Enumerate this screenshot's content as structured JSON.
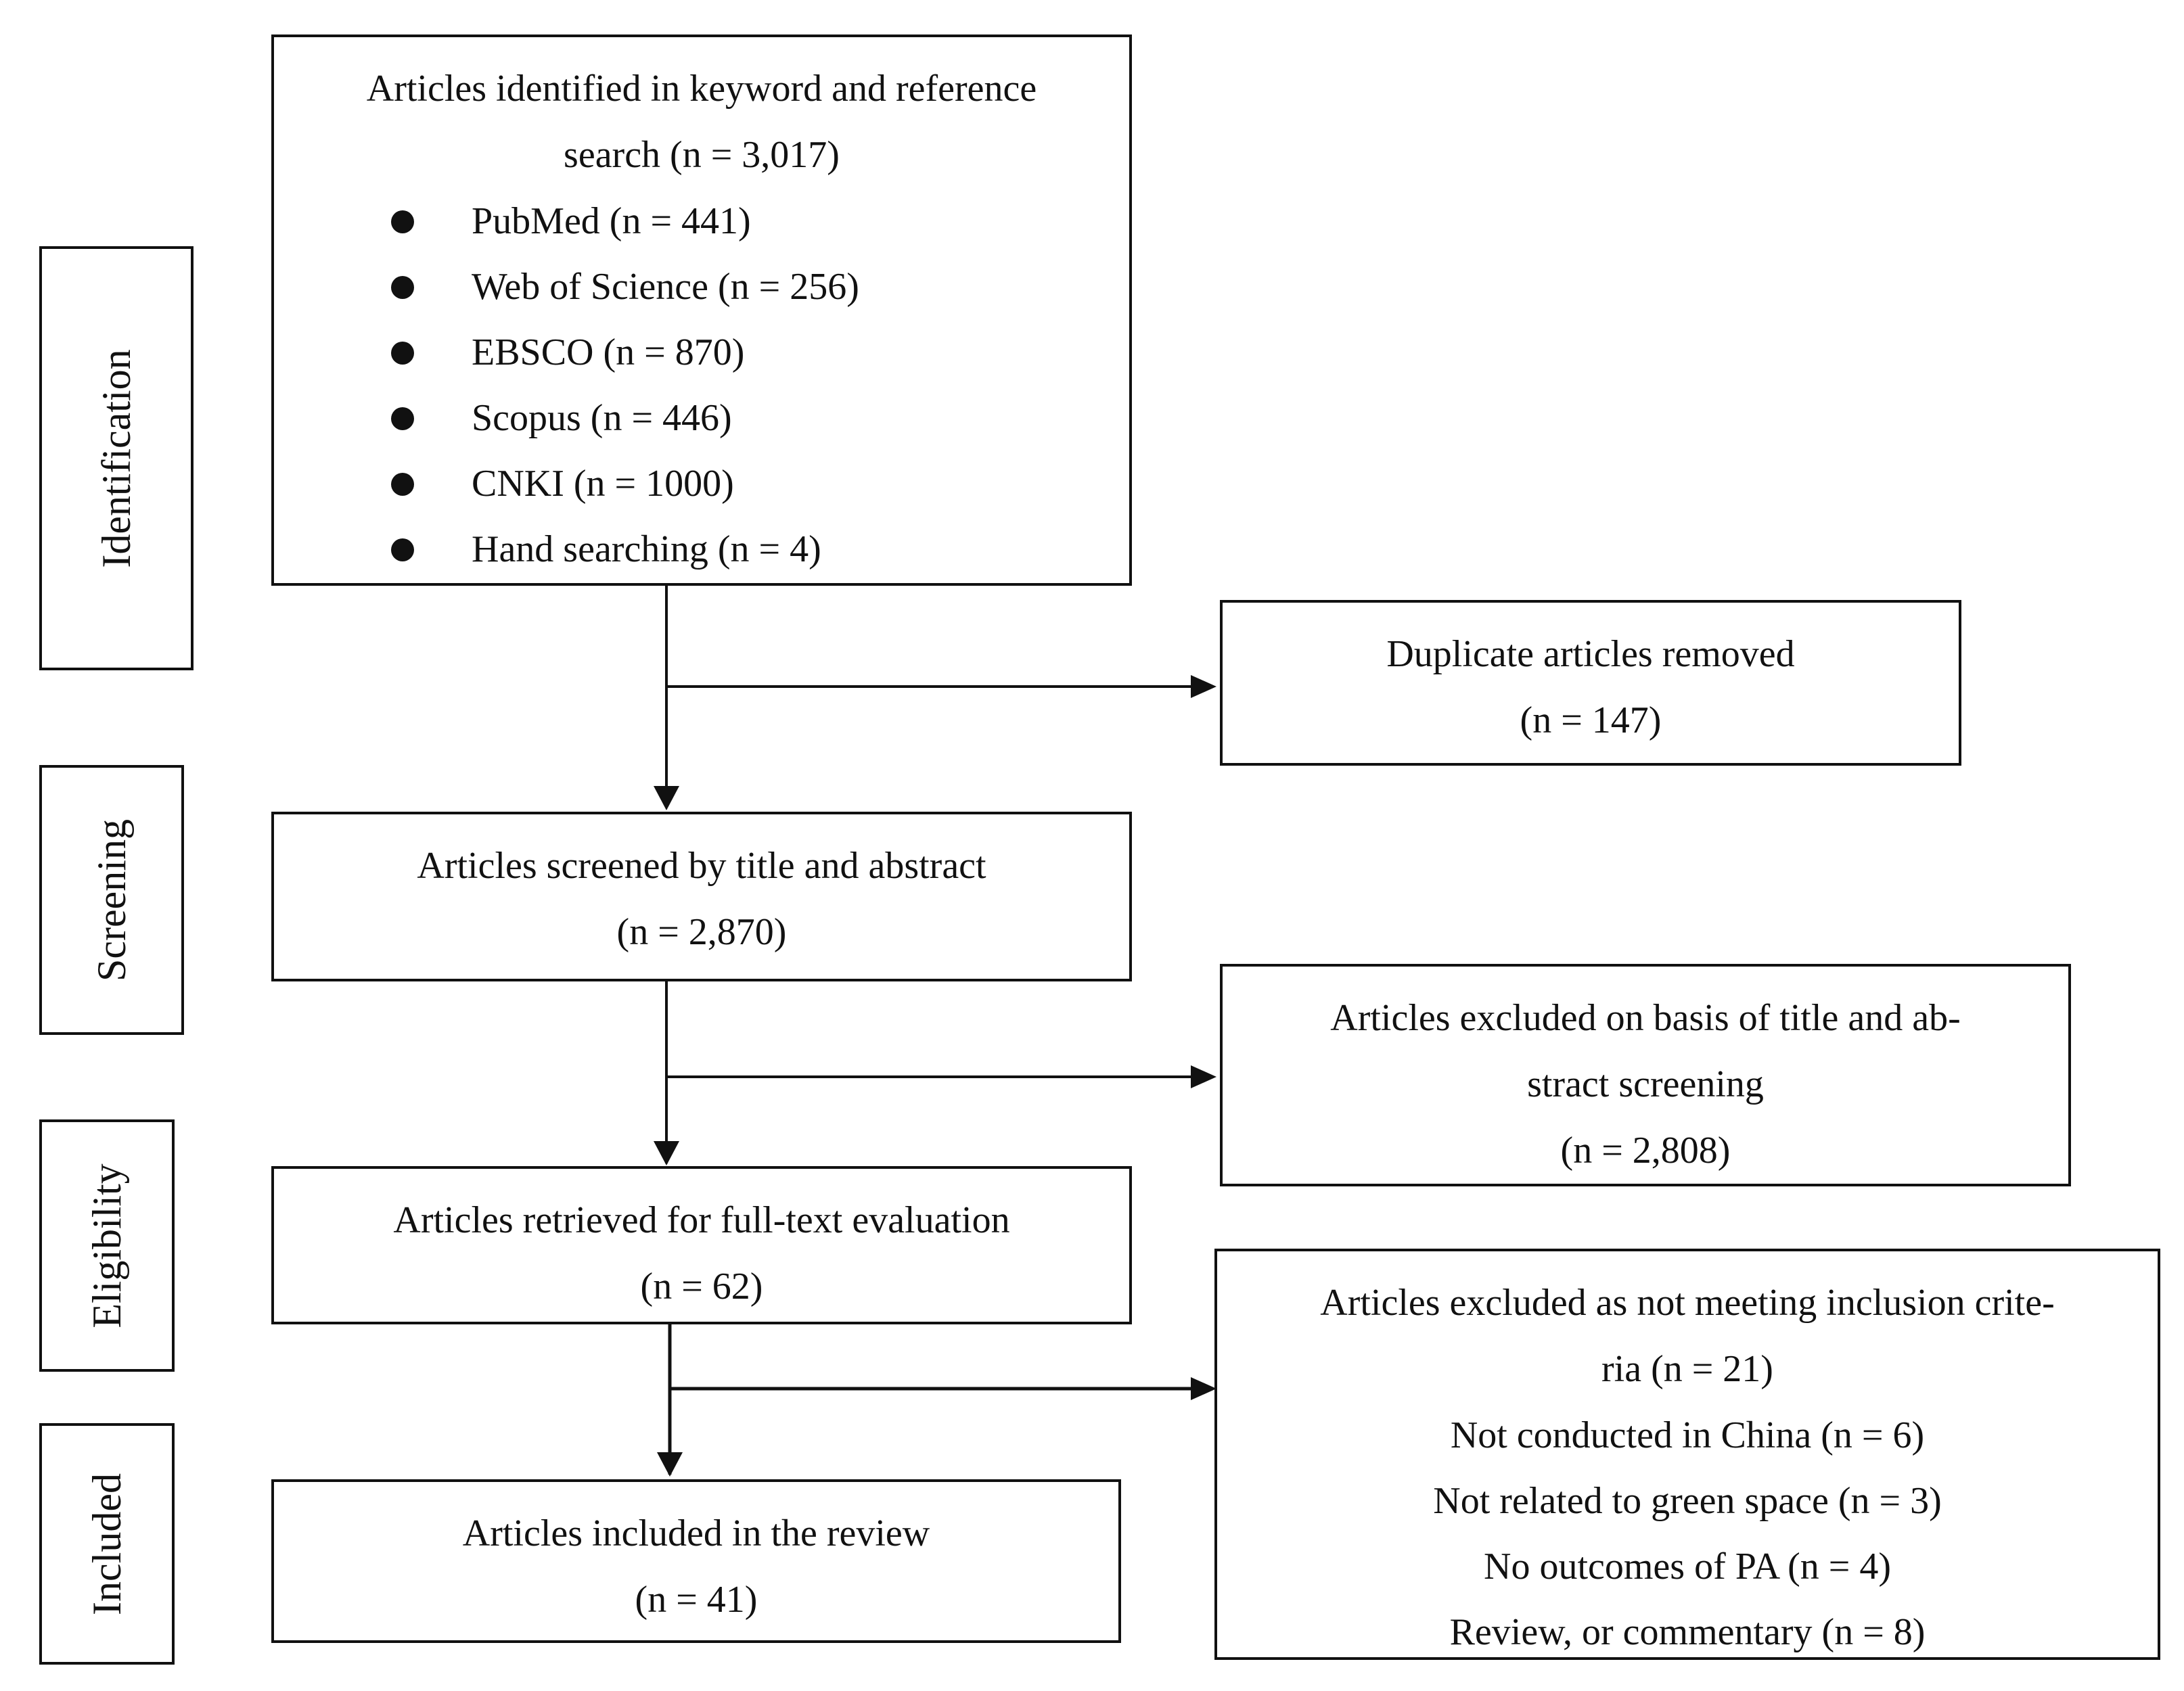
{
  "stages": {
    "identification": "Identification",
    "screening": "Screening",
    "eligibility": "Eligibility",
    "included": "Included"
  },
  "identified": {
    "line1": "Articles identified in keyword and reference",
    "line2": "search (n = 3,017)",
    "sources": [
      {
        "label": "PubMed (n = 441)"
      },
      {
        "label": "Web of Science (n = 256)"
      },
      {
        "label": "EBSCO (n = 870)"
      },
      {
        "label": "Scopus (n = 446)"
      },
      {
        "label": "CNKI (n = 1000)"
      },
      {
        "label": "Hand searching (n = 4)"
      }
    ]
  },
  "duplicates": {
    "line1": "Duplicate articles removed",
    "line2": "(n = 147)"
  },
  "screened": {
    "line1": "Articles screened by title and abstract",
    "line2": "(n = 2,870)"
  },
  "excluded_screening": {
    "line1": "Articles excluded on basis of title and ab-",
    "line2": "stract screening",
    "line3": "(n = 2,808)"
  },
  "fulltext": {
    "line1": "Articles retrieved for full-text evaluation",
    "line2": "(n = 62)"
  },
  "excluded_criteria": {
    "line1": "Articles excluded as not meeting inclusion crite-",
    "line2": "ria (n = 21)",
    "reasons": [
      "Not conducted in China (n = 6)",
      "Not related to green space (n = 3)",
      "No outcomes of PA (n = 4)",
      "Review, or commentary (n = 8)"
    ]
  },
  "included_box": {
    "line1": "Articles included in the review",
    "line2": "(n = 41)"
  }
}
